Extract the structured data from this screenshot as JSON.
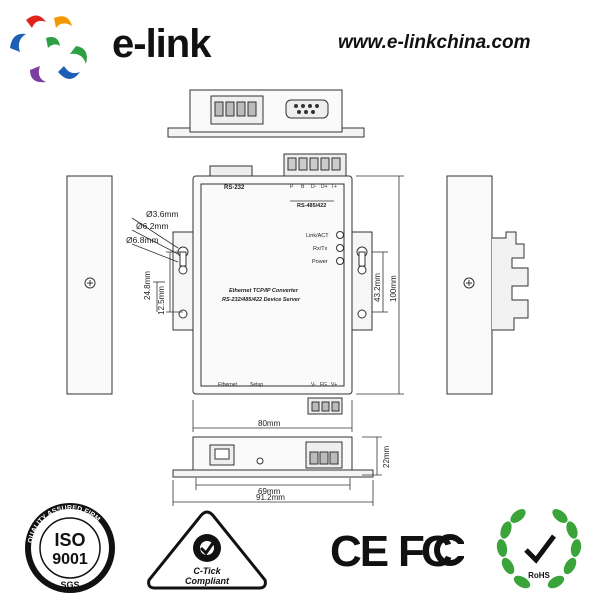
{
  "header": {
    "brand": "e-link",
    "website": "www.e-linkchina.com"
  },
  "device": {
    "port_label_top": "RS-232",
    "pin_labels_top": [
      "P",
      "B",
      "D-",
      "D+",
      "T+"
    ],
    "rs485_label": "RS-485/422",
    "leds": [
      "Link/ACT",
      "Rx/Tx",
      "Power"
    ],
    "product_line1": "Ethernet TCP/IP Converter",
    "product_line2": "RS-232/485/422 Device Server",
    "bottom_labels": [
      "Ethernet",
      "Setup"
    ],
    "power_pins": [
      "V-",
      "FG",
      "V+"
    ]
  },
  "dimensions": {
    "hole_small": "Ø3.6mm",
    "hole_mid": "Ø6.2mm",
    "hole_large": "Ø6.8mm",
    "d_24_8": "24.8mm",
    "d_12_5": "12.5mm",
    "d_43_2": "43.2mm",
    "d_100": "100mm",
    "d_80": "80mm",
    "d_22": "22mm",
    "d_69": "69mm",
    "d_91_2": "91.2mm"
  },
  "certifications": {
    "iso_ring": "QUALITY ASSURED FIRM",
    "iso_title": "ISO",
    "iso_num": "9001",
    "sgs": "SGS",
    "ctick_1": "C-Tick",
    "ctick_2": "Compliant",
    "ce": "CE",
    "fc": "FC",
    "rohs": "RoHS"
  },
  "colors": {
    "logo_red": "#e0231b",
    "logo_orange": "#f39800",
    "logo_blue": "#1d5fb5",
    "logo_green": "#2ea043",
    "logo_purple": "#7b3fa0",
    "rohs_green": "#3aa33a"
  }
}
